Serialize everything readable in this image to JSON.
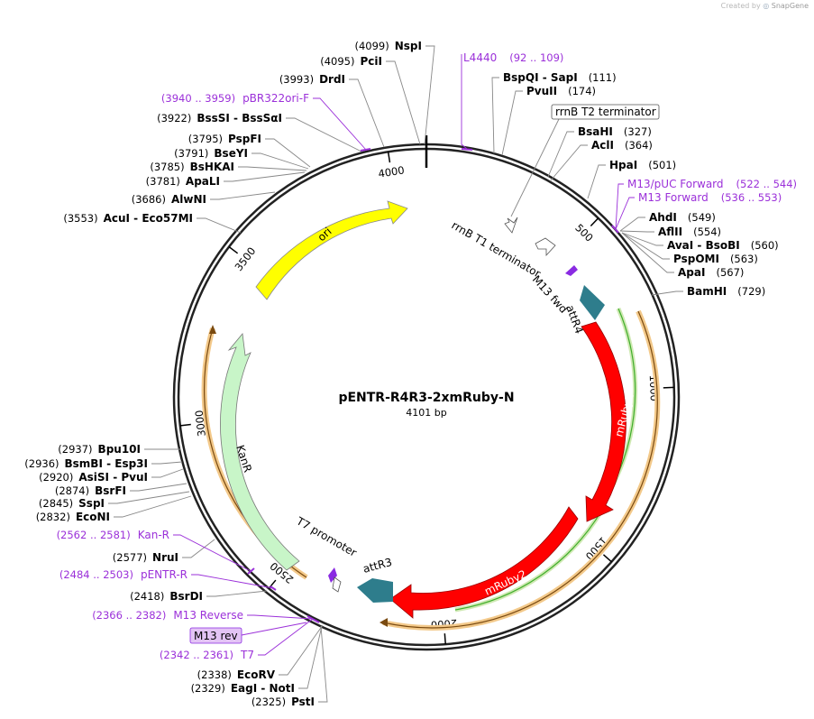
{
  "credit": {
    "prefix": "Created by",
    "brand": "SnapGene"
  },
  "plasmid": {
    "name": "pENTR-R4R3-2xmRuby-N",
    "length": "4101 bp",
    "total_bp": 4101
  },
  "colors": {
    "primer": "#9b30d9",
    "ori": "#ffff00",
    "kanr": "#c8f5c8",
    "mruby": "#ff0000",
    "att": "#2e7d8c",
    "orf_outline": "#e8a640",
    "orf_inner": "#3fae2a"
  },
  "ticks": [
    {
      "label": "500",
      "pos": 500
    },
    {
      "label": "1000",
      "pos": 1000
    },
    {
      "label": "1500",
      "pos": 1500
    },
    {
      "label": "2000",
      "pos": 2000
    },
    {
      "label": "2500",
      "pos": 2500
    },
    {
      "label": "3000",
      "pos": 3000
    },
    {
      "label": "3500",
      "pos": 3500
    },
    {
      "label": "4000",
      "pos": 4000
    }
  ],
  "features": [
    {
      "label": "ori",
      "start": 3450,
      "end": 4040,
      "color": "#ffff00"
    },
    {
      "label": "KanR",
      "start": 2510,
      "end": 3300,
      "color": "#c8f5c8"
    },
    {
      "label": "mRuby2",
      "start": 820,
      "end": 1470,
      "color": "#ff0000"
    },
    {
      "label": "mRuby2",
      "start": 1500,
      "end": 2080,
      "color": "#ff0000"
    },
    {
      "label": "attR4",
      "start": 700,
      "end": 790,
      "color": "#2e7d8c"
    },
    {
      "label": "attR3",
      "start": 2110,
      "end": 2210,
      "color": "#2e7d8c"
    }
  ],
  "feature_labels": {
    "rrnb_t2": "rrnB T2 terminator",
    "rrnb_t1": "rrnB T1 terminator",
    "m13_fwd": "M13 fwd",
    "t7_promoter": "T7 promoter",
    "attr4": "attR4",
    "attr3": "attR3",
    "ori": "ori",
    "kanr": "KanR",
    "mruby_a": "mRuby2",
    "mruby_b": "mRuby2"
  },
  "enzymes_left": [
    {
      "pos": "(4099)",
      "name": "NspI"
    },
    {
      "pos": "(4095)",
      "name": "PciI"
    },
    {
      "pos": "(3993)",
      "name": "DrdI"
    },
    {
      "pos": "(3922)",
      "name": "BssSI  - BssSαI"
    },
    {
      "pos": "(3795)",
      "name": "PspFI"
    },
    {
      "pos": "(3791)",
      "name": "BseYI"
    },
    {
      "pos": "(3785)",
      "name": "BsHKAI"
    },
    {
      "pos": "(3781)",
      "name": "ApaLI"
    },
    {
      "pos": "(3686)",
      "name": "AlwNI"
    },
    {
      "pos": "(3553)",
      "name": "AcuI  - Eco57MI"
    },
    {
      "pos": "(2937)",
      "name": "Bpu10I"
    },
    {
      "pos": "(2936)",
      "name": "BsmBI  - Esp3I"
    },
    {
      "pos": "(2920)",
      "name": "AsiSI  - PvuI"
    },
    {
      "pos": "(2874)",
      "name": "BsrFI"
    },
    {
      "pos": "(2845)",
      "name": "SspI"
    },
    {
      "pos": "(2832)",
      "name": "EcoNI"
    },
    {
      "pos": "(2577)",
      "name": "NruI"
    },
    {
      "pos": "(2418)",
      "name": "BsrDI"
    },
    {
      "pos": "(2338)",
      "name": "EcoRV"
    },
    {
      "pos": "(2329)",
      "name": "EagI  - NotI"
    },
    {
      "pos": "(2325)",
      "name": "PstI"
    }
  ],
  "enzymes_right": [
    {
      "name": "BspQI  - SapI",
      "pos": "(111)"
    },
    {
      "name": "PvuII",
      "pos": "(174)"
    },
    {
      "name": "BsaHI",
      "pos": "(327)"
    },
    {
      "name": "AclI",
      "pos": "(364)"
    },
    {
      "name": "HpaI",
      "pos": "(501)"
    },
    {
      "name": "AhdI",
      "pos": "(549)"
    },
    {
      "name": "AflII",
      "pos": "(554)"
    },
    {
      "name": "AvaI  - BsoBI",
      "pos": "(560)"
    },
    {
      "name": "PspOMI",
      "pos": "(563)"
    },
    {
      "name": "ApaI",
      "pos": "(567)"
    },
    {
      "name": "BamHI",
      "pos": "(729)"
    }
  ],
  "primers_left": [
    {
      "pos": "(3940 .. 3959)",
      "name": "pBR322ori-F"
    },
    {
      "pos": "(2562 .. 2581)",
      "name": "Kan-R"
    },
    {
      "pos": "(2484 .. 2503)",
      "name": "pENTR-R"
    },
    {
      "pos": "(2366 .. 2382)",
      "name": "M13 Reverse"
    },
    {
      "pos": "(2342 .. 2361)",
      "name": "T7"
    }
  ],
  "primers_right": [
    {
      "name": "L4440",
      "pos": "(92 .. 109)"
    },
    {
      "name": "M13/pUC Forward",
      "pos": "(522 .. 544)"
    },
    {
      "name": "M13 Forward",
      "pos": "(536 .. 553)"
    }
  ],
  "boxed": {
    "m13rev": "M13 rev"
  }
}
